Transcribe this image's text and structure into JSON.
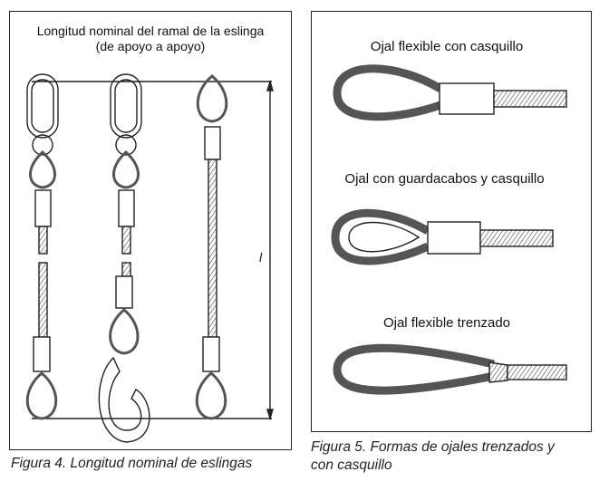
{
  "figure4": {
    "title_line1": "Longitud nominal del ramal de la eslinga",
    "title_line2": "(de apoyo a apoyo)",
    "dimension_label": "l",
    "caption": "Figura 4. Longitud nominal de eslingas"
  },
  "figure5": {
    "label_1": "Ojal flexible con casquillo",
    "label_2": "Ojal con guardacabos y casquillo",
    "label_3": "Ojal flexible trenzado",
    "caption_line1": "Figura 5. Formas de ojales trenzados y",
    "caption_line2": "con casquillo"
  }
}
